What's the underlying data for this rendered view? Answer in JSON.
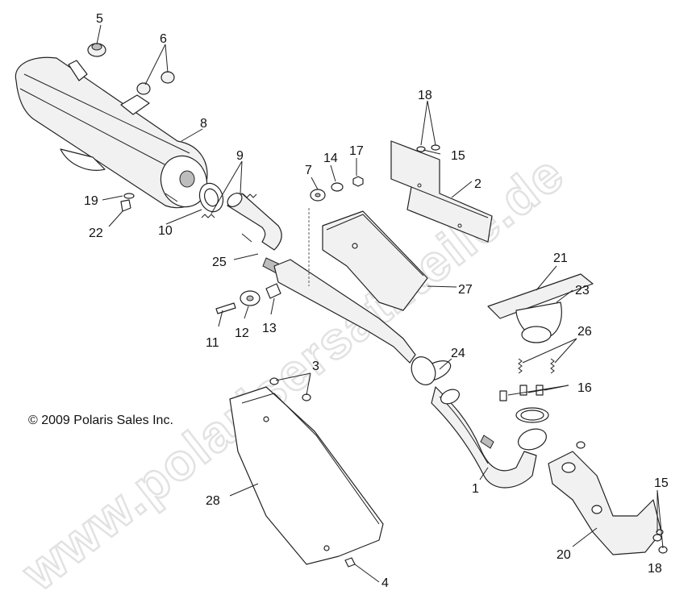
{
  "copyright": "© 2009 Polaris Sales Inc.",
  "watermark": "www.polarisersatzteile.de",
  "callouts": [
    {
      "id": "1",
      "text": "1"
    },
    {
      "id": "2",
      "text": "2"
    },
    {
      "id": "3",
      "text": "3"
    },
    {
      "id": "4",
      "text": "4"
    },
    {
      "id": "5",
      "text": "5"
    },
    {
      "id": "6",
      "text": "6"
    },
    {
      "id": "7",
      "text": "7"
    },
    {
      "id": "8",
      "text": "8"
    },
    {
      "id": "9",
      "text": "9"
    },
    {
      "id": "10",
      "text": "10"
    },
    {
      "id": "11",
      "text": "11"
    },
    {
      "id": "12",
      "text": "12"
    },
    {
      "id": "13",
      "text": "13"
    },
    {
      "id": "14",
      "text": "14"
    },
    {
      "id": "15a",
      "text": "15"
    },
    {
      "id": "15b",
      "text": "15"
    },
    {
      "id": "16",
      "text": "16"
    },
    {
      "id": "17",
      "text": "17"
    },
    {
      "id": "18a",
      "text": "18"
    },
    {
      "id": "18b",
      "text": "18"
    },
    {
      "id": "19",
      "text": "19"
    },
    {
      "id": "20",
      "text": "20"
    },
    {
      "id": "21",
      "text": "21"
    },
    {
      "id": "22",
      "text": "22"
    },
    {
      "id": "23",
      "text": "23"
    },
    {
      "id": "24",
      "text": "24"
    },
    {
      "id": "25",
      "text": "25"
    },
    {
      "id": "26",
      "text": "26"
    },
    {
      "id": "27",
      "text": "27"
    },
    {
      "id": "28",
      "text": "28"
    }
  ]
}
